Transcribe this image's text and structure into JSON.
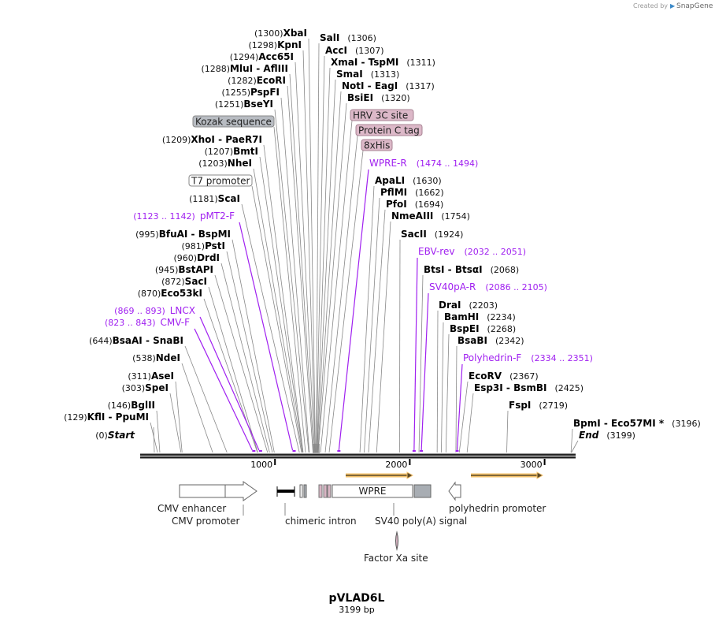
{
  "credit": {
    "prefix": "Created by",
    "brand": "SnapGene"
  },
  "title": "pVLAD6L",
  "length": "3199 bp",
  "colors": {
    "primer": "#a020f0",
    "orf": "#f5c26b",
    "feature_pink": "#d9b5c4",
    "feature_grey": "#a8adb3"
  },
  "left_labels": [
    {
      "name": "XbaI",
      "pos": "(1300)",
      "bp": 1300
    },
    {
      "name": "KpnI",
      "pos": "(1298)",
      "bp": 1298
    },
    {
      "name": "Acc65I",
      "pos": "(1294)",
      "bp": 1294
    },
    {
      "name": "MluI  - AflIII",
      "pos": "(1288)",
      "bp": 1288
    },
    {
      "name": "EcoRI",
      "pos": "(1282)",
      "bp": 1282
    },
    {
      "name": "PspFI",
      "pos": "(1255)",
      "bp": 1255
    },
    {
      "name": "BseYI",
      "pos": "(1251)",
      "bp": 1251
    },
    {
      "name": "XhoI  - PaeR7I",
      "pos": "(1209)",
      "bp": 1209
    },
    {
      "name": "BmtI",
      "pos": "(1207)",
      "bp": 1207
    },
    {
      "name": "NheI",
      "pos": "(1203)",
      "bp": 1203
    },
    {
      "name": "ScaI",
      "pos": "(1181)",
      "bp": 1181
    },
    {
      "name": "BfuAI  - BspMI",
      "pos": "(995)",
      "bp": 995
    },
    {
      "name": "PstI",
      "pos": "(981)",
      "bp": 981
    },
    {
      "name": "DrdI",
      "pos": "(960)",
      "bp": 960
    },
    {
      "name": "BstAPI",
      "pos": "(945)",
      "bp": 945
    },
    {
      "name": "SacI",
      "pos": "(872)",
      "bp": 872
    },
    {
      "name": "Eco53kI",
      "pos": "(870)",
      "bp": 870
    },
    {
      "name": "BsaAI  - SnaBI",
      "pos": "(644)",
      "bp": 644
    },
    {
      "name": "NdeI",
      "pos": "(538)",
      "bp": 538
    },
    {
      "name": "AseI",
      "pos": "(311)",
      "bp": 311
    },
    {
      "name": "SpeI",
      "pos": "(303)",
      "bp": 303
    },
    {
      "name": "BglII",
      "pos": "(146)",
      "bp": 146
    },
    {
      "name": "KflI  - PpuMI",
      "pos": "(129)",
      "bp": 129
    },
    {
      "name": "Start",
      "pos": "(0)",
      "bp": 0
    }
  ],
  "right_labels": [
    {
      "name": "SalI",
      "pos": "(1306)",
      "bp": 1306
    },
    {
      "name": "AccI",
      "pos": "(1307)",
      "bp": 1307
    },
    {
      "name": "XmaI  - TspMI",
      "pos": "(1311)",
      "bp": 1311
    },
    {
      "name": "SmaI",
      "pos": "(1313)",
      "bp": 1313
    },
    {
      "name": "NotI  - EagI",
      "pos": "(1317)",
      "bp": 1317
    },
    {
      "name": "BsiEI",
      "pos": "(1320)",
      "bp": 1320
    },
    {
      "name": "ApaLI",
      "pos": "(1630)",
      "bp": 1630
    },
    {
      "name": "PflMI",
      "pos": "(1662)",
      "bp": 1662
    },
    {
      "name": "PfoI",
      "pos": "(1694)",
      "bp": 1694
    },
    {
      "name": "NmeAIII",
      "pos": "(1754)",
      "bp": 1754
    },
    {
      "name": "SacII",
      "pos": "(1924)",
      "bp": 1924
    },
    {
      "name": "BtsI  - BtsαI",
      "pos": "(2068)",
      "bp": 2068
    },
    {
      "name": "DraI",
      "pos": "(2203)",
      "bp": 2203
    },
    {
      "name": "BamHI",
      "pos": "(2234)",
      "bp": 2234
    },
    {
      "name": "BspEI",
      "pos": "(2268)",
      "bp": 2268
    },
    {
      "name": "BsaBI",
      "pos": "(2342)",
      "bp": 2342
    },
    {
      "name": "EcoRV",
      "pos": "(2367)",
      "bp": 2367
    },
    {
      "name": "Esp3I  - BsmBI",
      "pos": "(2425)",
      "bp": 2425
    },
    {
      "name": "FspI",
      "pos": "(2719)",
      "bp": 2719
    },
    {
      "name": "BpmI  - Eco57MI *",
      "pos": "(3196)",
      "bp": 3196
    },
    {
      "name": "End",
      "pos": "(3199)",
      "bp": 3199
    }
  ],
  "primers": [
    {
      "name": "pMT2-F",
      "range": "(1123 .. 1142)",
      "bp": 1142,
      "side": "left"
    },
    {
      "name": "LNCX",
      "range": "(869 .. 893)",
      "bp": 893,
      "side": "left"
    },
    {
      "name": "CMV-F",
      "range": "(823 .. 843)",
      "bp": 843,
      "side": "left"
    },
    {
      "name": "WPRE-R",
      "range": "(1474 .. 1494)",
      "bp": 1474,
      "side": "right"
    },
    {
      "name": "EBV-rev",
      "range": "(2032 .. 2051)",
      "bp": 2032,
      "side": "right"
    },
    {
      "name": "SV40pA-R",
      "range": "(2086 .. 2105)",
      "bp": 2086,
      "side": "right"
    },
    {
      "name": "Polyhedrin-F",
      "range": "(2334 .. 2351)",
      "bp": 2351,
      "side": "right"
    }
  ],
  "boxed_features": [
    {
      "name": "Kozak sequence",
      "type": "grey"
    },
    {
      "name": "T7 promoter",
      "type": "white"
    },
    {
      "name": "HRV 3C site",
      "type": "pink"
    },
    {
      "name": "Protein C tag",
      "type": "pink"
    },
    {
      "name": "8xHis",
      "type": "pink"
    }
  ],
  "ticks": [
    "1000",
    "2000",
    "3000"
  ],
  "features": {
    "cmv_enhancer": "CMV enhancer",
    "cmv_promoter": "CMV promoter",
    "chimeric_intron": "chimeric intron",
    "wpre": "WPRE",
    "sv40": "SV40 poly(A) signal",
    "polyhedrin": "polyhedrin promoter",
    "factor_xa": "Factor Xa site"
  }
}
